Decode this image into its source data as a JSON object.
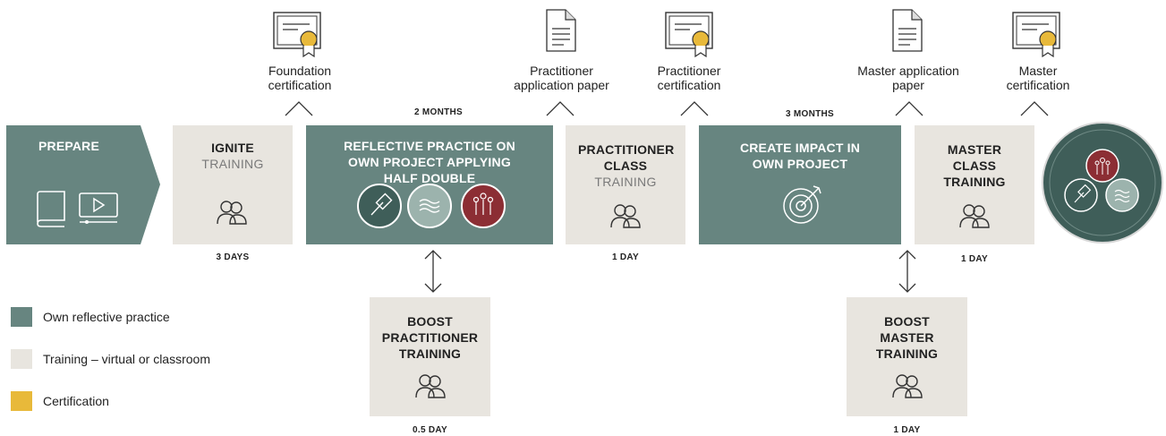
{
  "top": {
    "foundation_cert": "Foundation\ncertification",
    "practitioner_paper": "Practitioner\napplication paper",
    "practitioner_cert": "Practitioner\ncertification",
    "master_paper": "Master application\npaper",
    "master_cert": "Master\ncertification",
    "months_2": "2 MONTHS",
    "months_3": "3 MONTHS"
  },
  "steps": {
    "prepare": "PREPARE",
    "ignite_title": "IGNITE",
    "ignite_sub": "TRAINING",
    "ignite_dur": "3 DAYS",
    "reflective": "REFLECTIVE PRACTICE ON OWN PROJECT APPLYING HALF DOUBLE",
    "practitioner_title": "PRACTITIONER CLASS",
    "practitioner_sub": "TRAINING",
    "practitioner_dur": "1 DAY",
    "impact": "CREATE IMPACT IN OWN PROJECT",
    "master_title": "MASTER CLASS TRAINING",
    "master_dur": "1 DAY",
    "boost_practitioner": "BOOST PRACTITIONER TRAINING",
    "boost_practitioner_dur": "0.5 DAY",
    "boost_master": "BOOST MASTER TRAINING",
    "boost_master_dur": "1 DAY"
  },
  "legend": [
    {
      "label": "Own reflective practice",
      "color": "#678580"
    },
    {
      "label": "Training – virtual or classroom",
      "color": "#e8e5df"
    },
    {
      "label": "Certification",
      "color": "#e8b93a"
    }
  ],
  "colors": {
    "green": "#678580",
    "beige": "#e8e5df",
    "gold": "#e8b93a",
    "red": "#8c2e34"
  }
}
